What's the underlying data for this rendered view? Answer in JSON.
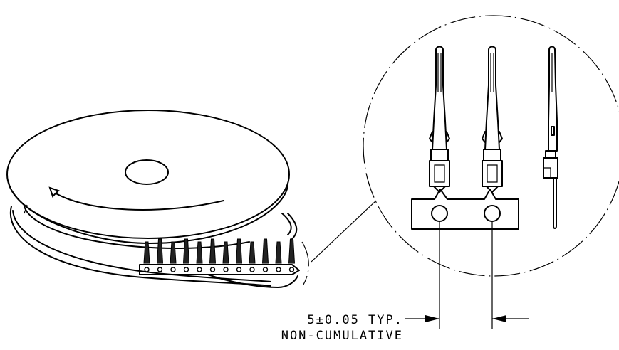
{
  "dimension": {
    "pitch_label": "5±0.05 TYP.",
    "note_label": "NON-CUMULATIVE"
  },
  "reel": {
    "visible_terminal_count": 12
  },
  "detail_view": {
    "terminals_on_carrier": 2,
    "side_view_terminals": 1
  }
}
